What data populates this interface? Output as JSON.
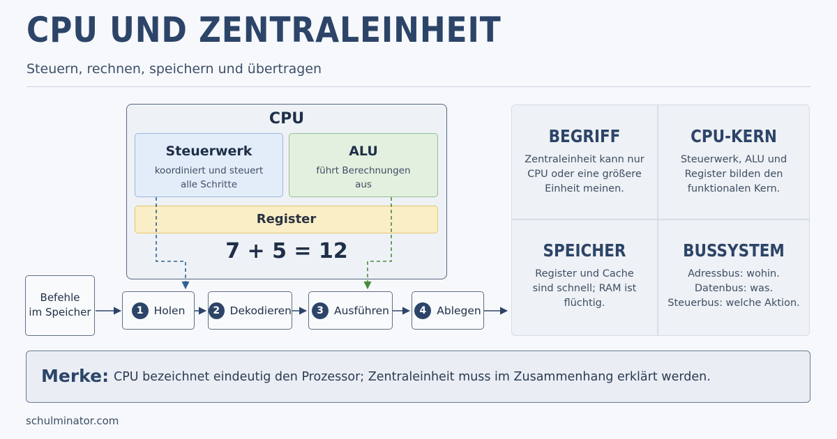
{
  "header": {
    "title": "CPU UND ZENTRALEINHEIT",
    "subtitle": "Steuern, rechnen, speichern und übertragen"
  },
  "cpu": {
    "title": "CPU",
    "steuerwerk": {
      "title": "Steuerwerk",
      "desc_line1": "koordiniert und steuert",
      "desc_line2": "alle Schritte"
    },
    "alu": {
      "title": "ALU",
      "desc_line1": "führt Berechnungen",
      "desc_line2": "aus"
    },
    "register": "Register",
    "equation": "7 + 5 = 12"
  },
  "flow": {
    "input_line1": "Befehle",
    "input_line2": "im Speicher",
    "steps": [
      {
        "number": "1",
        "label": "Holen"
      },
      {
        "number": "2",
        "label": "Dekodieren"
      },
      {
        "number": "3",
        "label": "Ausführen"
      },
      {
        "number": "4",
        "label": "Ablegen"
      }
    ]
  },
  "cards": [
    {
      "title": "BEGRIFF",
      "lines": [
        "Zentraleinheit kann nur",
        "CPU oder eine größere",
        "Einheit meinen."
      ]
    },
    {
      "title": "CPU-KERN",
      "lines": [
        "Steuerwerk, ALU und",
        "Register bilden den",
        "funktionalen Kern."
      ]
    },
    {
      "title": "SPEICHER",
      "lines": [
        "Register und Cache",
        "sind schnell; RAM ist",
        "flüchtig."
      ]
    },
    {
      "title": "BUSSYSTEM",
      "lines": [
        "Adressbus: wohin.",
        "Datenbus: was.",
        "Steuerbus: welche Aktion."
      ]
    }
  ],
  "merke": {
    "label": "Merke:",
    "text": "CPU bezeichnet eindeutig den Prozessor; Zentraleinheit muss im Zusammenhang erklärt werden."
  },
  "footer": "schulminator.com",
  "colors": {
    "navy": "#2c4468",
    "steuerwerk_fill": "#e3edfa",
    "alu_fill": "#e3f0df",
    "register_fill": "#faeec6",
    "dashed_blue": "#2f5f93",
    "dashed_green": "#4a8a3a"
  }
}
